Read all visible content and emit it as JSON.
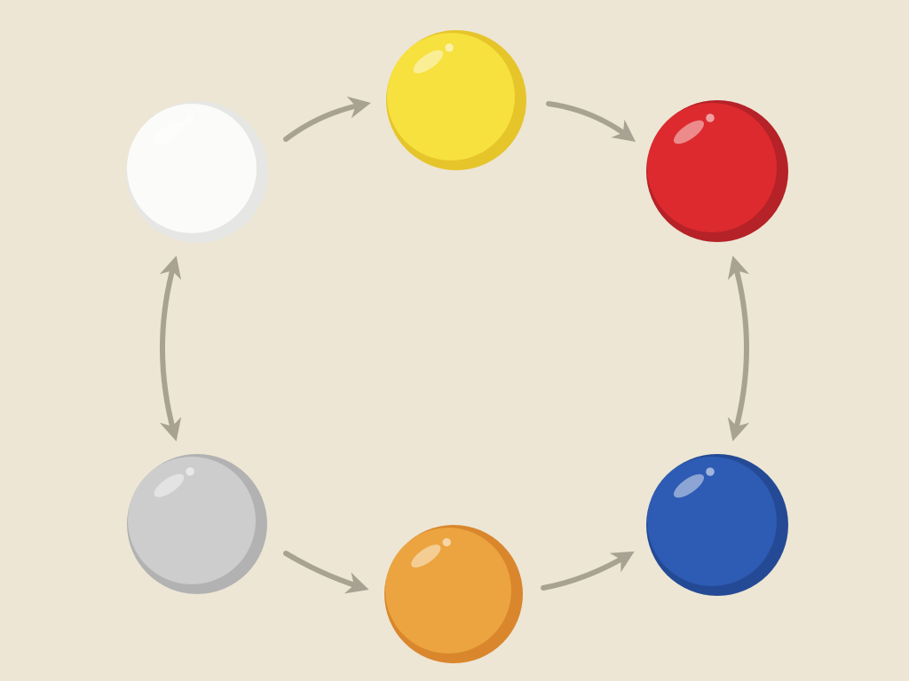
{
  "background": "#ede6d5",
  "arrow_color": "#a8a293",
  "nodes": [
    {
      "id": "white",
      "color": "#fbfbfa",
      "shade": "#e6e6e4"
    },
    {
      "id": "yellow",
      "color": "#f6e13e",
      "shade": "#e6c52a"
    },
    {
      "id": "red",
      "color": "#dc2a2e",
      "shade": "#b52227"
    },
    {
      "id": "gray",
      "color": "#cdcdcd",
      "shade": "#b2b2b2"
    },
    {
      "id": "orange",
      "color": "#eba43f",
      "shade": "#d9862c"
    },
    {
      "id": "blue",
      "color": "#2e5bb3",
      "shade": "#244a95"
    }
  ],
  "edges": [
    {
      "from": "white",
      "to": "yellow",
      "direction": "one-way"
    },
    {
      "from": "yellow",
      "to": "red",
      "direction": "one-way"
    },
    {
      "from": "gray",
      "to": "orange",
      "direction": "one-way"
    },
    {
      "from": "orange",
      "to": "blue",
      "direction": "one-way"
    },
    {
      "from": "white",
      "to": "gray",
      "direction": "two-way"
    },
    {
      "from": "red",
      "to": "blue",
      "direction": "two-way"
    }
  ]
}
